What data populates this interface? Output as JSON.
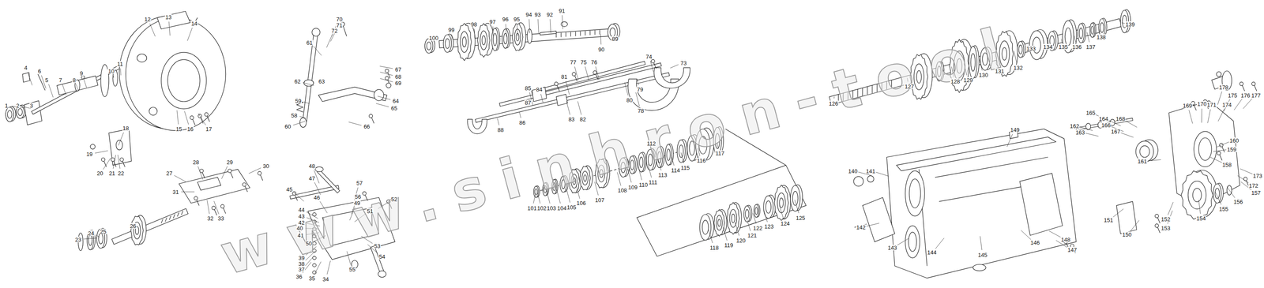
{
  "diagram": {
    "labels": [
      "1",
      "2",
      "3",
      "4",
      "5",
      "6",
      "7",
      "8",
      "9",
      "10",
      "11",
      "12",
      "13",
      "14",
      "15",
      "16",
      "17",
      "18",
      "19",
      "20",
      "21",
      "22",
      "23",
      "24",
      "25",
      "26",
      "27",
      "28",
      "29",
      "30",
      "31",
      "32",
      "33",
      "34",
      "35",
      "36",
      "37",
      "38",
      "39",
      "40",
      "41",
      "42",
      "43",
      "44",
      "45",
      "46",
      "47",
      "48",
      "49",
      "50",
      "51",
      "52",
      "53",
      "54",
      "55",
      "56",
      "57",
      "58",
      "59",
      "60",
      "61",
      "62",
      "63",
      "64",
      "65",
      "66",
      "67",
      "68",
      "69",
      "70",
      "71",
      "72",
      "73",
      "74",
      "75",
      "76",
      "77",
      "78",
      "79",
      "80",
      "81",
      "82",
      "83",
      "84",
      "85",
      "86",
      "87",
      "88",
      "89",
      "90",
      "91",
      "92",
      "93",
      "94",
      "95",
      "96",
      "97",
      "98",
      "99",
      "100",
      "101",
      "102",
      "103",
      "104",
      "105",
      "106",
      "107",
      "108",
      "109",
      "110",
      "111",
      "112",
      "113",
      "114",
      "115",
      "116",
      "117",
      "118",
      "119",
      "120",
      "121",
      "122",
      "123",
      "124",
      "125",
      "126",
      "127",
      "128",
      "129",
      "130",
      "131",
      "132",
      "133",
      "134",
      "135",
      "136",
      "137",
      "138",
      "139",
      "140",
      "141",
      "142",
      "143",
      "144",
      "145",
      "146",
      "147",
      "148",
      "149",
      "150",
      "151",
      "152",
      "153",
      "154",
      "155",
      "156",
      "157",
      "158",
      "159",
      "160",
      "161",
      "162",
      "163",
      "164",
      "165",
      "166",
      "167",
      "168",
      "169",
      "170",
      "171",
      "172",
      "173",
      "174",
      "175",
      "176",
      "177",
      "178",
      "www.sinhron-tool"
    ]
  }
}
